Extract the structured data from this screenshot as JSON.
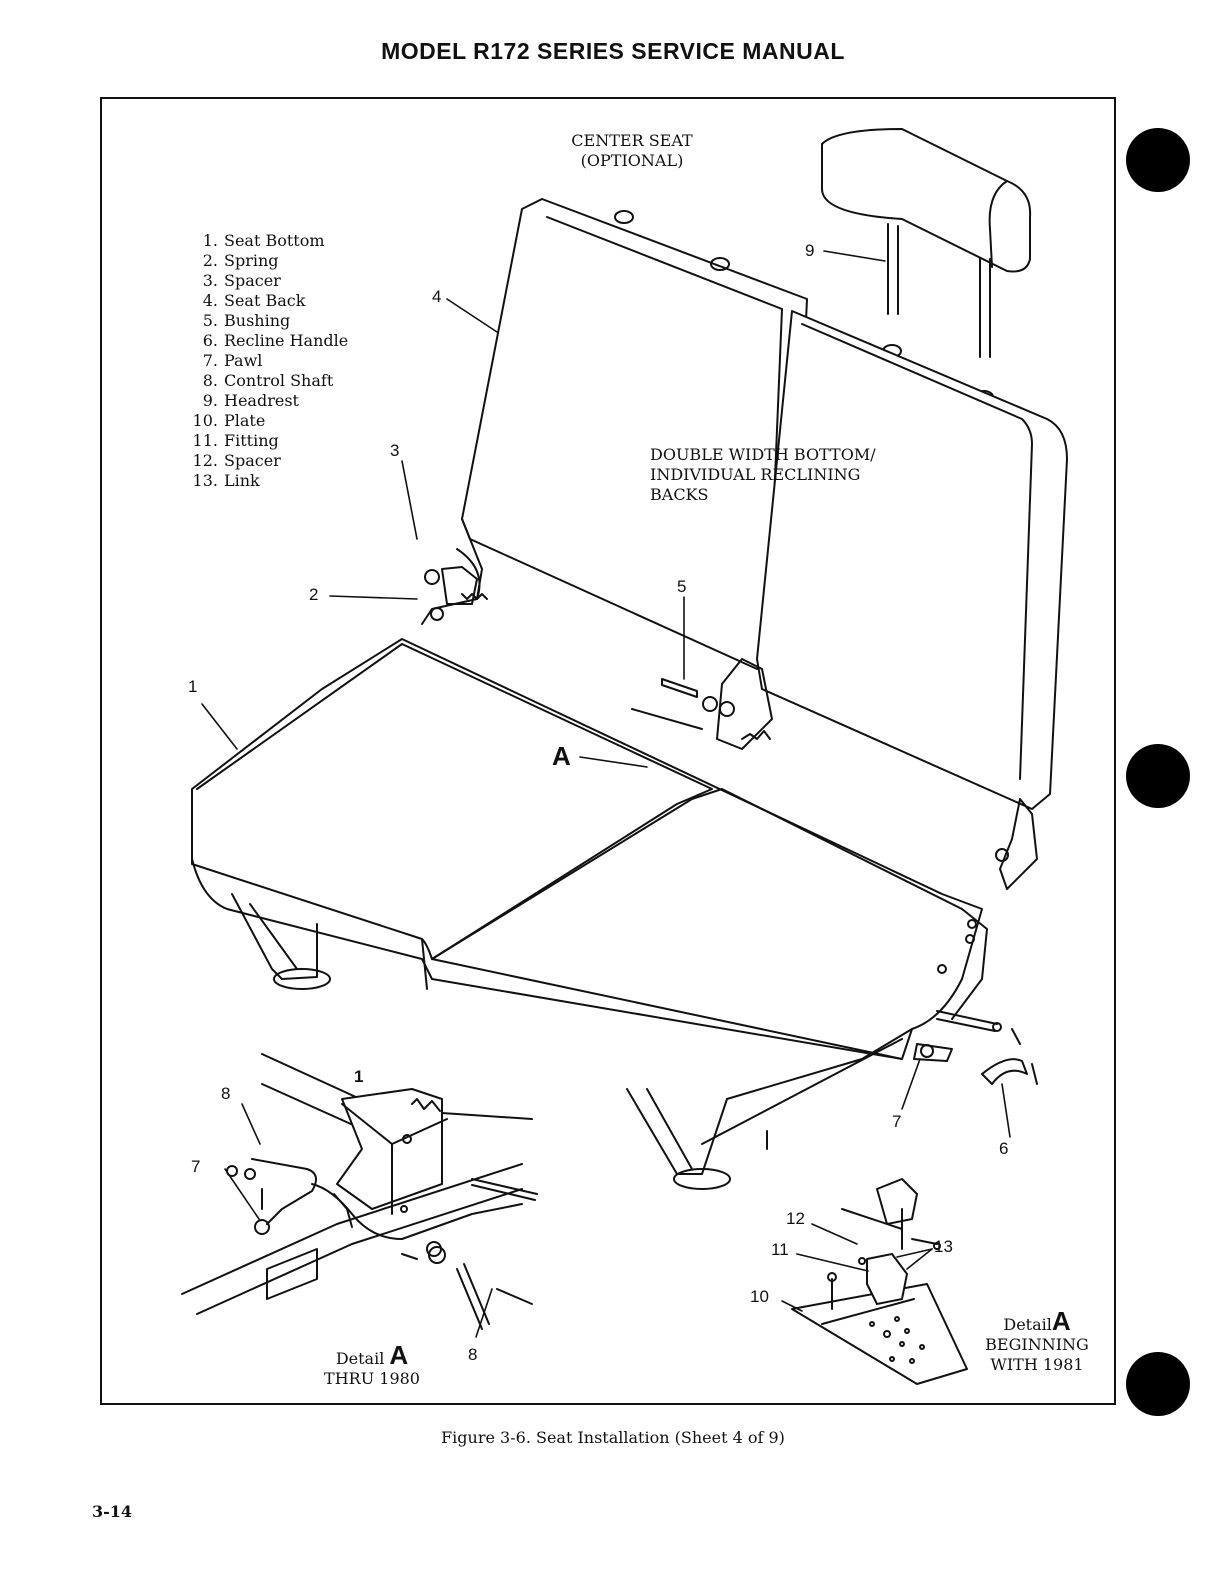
{
  "header": {
    "title": "MODEL R172 SERIES SERVICE MANUAL"
  },
  "legend": {
    "items": [
      {
        "num": "1.",
        "label": "Seat Bottom"
      },
      {
        "num": "2.",
        "label": "Spring"
      },
      {
        "num": "3.",
        "label": "Spacer"
      },
      {
        "num": "4.",
        "label": "Seat Back"
      },
      {
        "num": "5.",
        "label": "Bushing"
      },
      {
        "num": "6.",
        "label": "Recline Handle"
      },
      {
        "num": "7.",
        "label": "Pawl"
      },
      {
        "num": "8.",
        "label": "Control Shaft"
      },
      {
        "num": "9.",
        "label": "Headrest"
      },
      {
        "num": "10.",
        "label": "Plate"
      },
      {
        "num": "11.",
        "label": "Fitting"
      },
      {
        "num": "12.",
        "label": "Spacer"
      },
      {
        "num": "13.",
        "label": "Link"
      }
    ]
  },
  "labels": {
    "center_seat_line1": "CENTER SEAT",
    "center_seat_line2": "(OPTIONAL)",
    "double_width_line1": "DOUBLE WIDTH BOTTOM/",
    "double_width_line2": "INDIVIDUAL RECLINING",
    "double_width_line3": "BACKS"
  },
  "callouts": {
    "c1": "1",
    "c2": "2",
    "c3": "3",
    "c4": "4",
    "c5": "5",
    "c6": "6",
    "c7a": "7",
    "c7b": "7",
    "c8a": "8",
    "c8b": "8",
    "c9": "9",
    "c10": "10",
    "c11": "11",
    "c12": "12",
    "c13": "13",
    "cA": "A",
    "c1small": "1"
  },
  "details": {
    "left_word": "Detail",
    "left_letter": "A",
    "left_sub": "THRU 1980",
    "right_word": "Detail",
    "right_letter": "A",
    "right_sub1": "BEGINNING",
    "right_sub2": "WITH 1981"
  },
  "caption": "Figure 3-6.  Seat Installation (Sheet 4 of 9)",
  "page_number": "3-14"
}
